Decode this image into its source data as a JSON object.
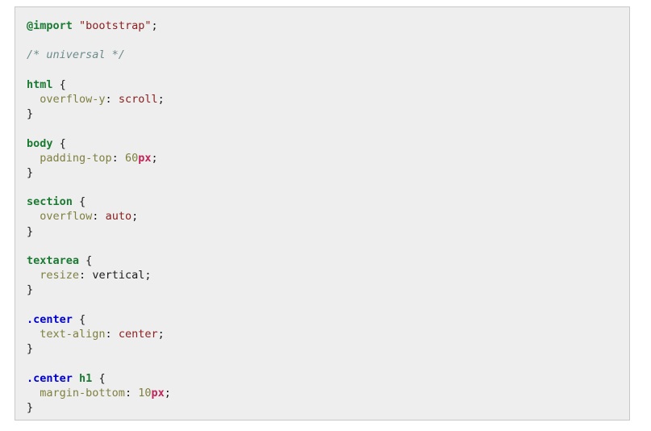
{
  "editor": {
    "language": "css",
    "background_color": "#eeeeee",
    "border_color": "#c8c8c8",
    "page_background": "#ffffff"
  },
  "palette": {
    "atrule": "#1a7a32",
    "string": "#8b2020",
    "comment": "#6d8b8b",
    "element_selector": "#1a7a32",
    "class_selector": "#0000cd",
    "property": "#7f7f3f",
    "value_keyword": "#8b2020",
    "value_plain": "#1a1a1a",
    "number": "#7f7f3f",
    "unit": "#c0245a",
    "punctuation": "#1a1a1a"
  },
  "code": {
    "lines": [
      {
        "id": "l1",
        "tokens": [
          {
            "t": "@import",
            "c": "atrule"
          },
          {
            "t": " ",
            "c": "punct"
          },
          {
            "t": "\"bootstrap\"",
            "c": "string"
          },
          {
            "t": ";",
            "c": "punct"
          }
        ]
      },
      {
        "id": "l2",
        "tokens": []
      },
      {
        "id": "l3",
        "tokens": [
          {
            "t": "/* universal */",
            "c": "comment"
          }
        ]
      },
      {
        "id": "l4",
        "tokens": []
      },
      {
        "id": "l5",
        "tokens": [
          {
            "t": "html",
            "c": "element"
          },
          {
            "t": " {",
            "c": "brace"
          }
        ]
      },
      {
        "id": "l6",
        "tokens": [
          {
            "t": "  ",
            "c": "punct"
          },
          {
            "t": "overflow-y",
            "c": "prop"
          },
          {
            "t": ": ",
            "c": "punct"
          },
          {
            "t": "scroll",
            "c": "value"
          },
          {
            "t": ";",
            "c": "punct"
          }
        ]
      },
      {
        "id": "l7",
        "tokens": [
          {
            "t": "}",
            "c": "brace"
          }
        ]
      },
      {
        "id": "l8",
        "tokens": []
      },
      {
        "id": "l9",
        "tokens": [
          {
            "t": "body",
            "c": "element"
          },
          {
            "t": " {",
            "c": "brace"
          }
        ]
      },
      {
        "id": "l10",
        "tokens": [
          {
            "t": "  ",
            "c": "punct"
          },
          {
            "t": "padding-top",
            "c": "prop"
          },
          {
            "t": ": ",
            "c": "punct"
          },
          {
            "t": "60",
            "c": "number"
          },
          {
            "t": "px",
            "c": "unit"
          },
          {
            "t": ";",
            "c": "punct"
          }
        ]
      },
      {
        "id": "l11",
        "tokens": [
          {
            "t": "}",
            "c": "brace"
          }
        ]
      },
      {
        "id": "l12",
        "tokens": []
      },
      {
        "id": "l13",
        "tokens": [
          {
            "t": "section",
            "c": "element"
          },
          {
            "t": " {",
            "c": "brace"
          }
        ]
      },
      {
        "id": "l14",
        "tokens": [
          {
            "t": "  ",
            "c": "punct"
          },
          {
            "t": "overflow",
            "c": "prop"
          },
          {
            "t": ": ",
            "c": "punct"
          },
          {
            "t": "auto",
            "c": "value"
          },
          {
            "t": ";",
            "c": "punct"
          }
        ]
      },
      {
        "id": "l15",
        "tokens": [
          {
            "t": "}",
            "c": "brace"
          }
        ]
      },
      {
        "id": "l16",
        "tokens": []
      },
      {
        "id": "l17",
        "tokens": [
          {
            "t": "textarea",
            "c": "element"
          },
          {
            "t": " {",
            "c": "brace"
          }
        ]
      },
      {
        "id": "l18",
        "tokens": [
          {
            "t": "  ",
            "c": "punct"
          },
          {
            "t": "resize",
            "c": "prop"
          },
          {
            "t": ": ",
            "c": "punct"
          },
          {
            "t": "vertical",
            "c": "plainval"
          },
          {
            "t": ";",
            "c": "punct"
          }
        ]
      },
      {
        "id": "l19",
        "tokens": [
          {
            "t": "}",
            "c": "brace"
          }
        ]
      },
      {
        "id": "l20",
        "tokens": []
      },
      {
        "id": "l21",
        "tokens": [
          {
            "t": ".center",
            "c": "class"
          },
          {
            "t": " {",
            "c": "brace"
          }
        ]
      },
      {
        "id": "l22",
        "tokens": [
          {
            "t": "  ",
            "c": "punct"
          },
          {
            "t": "text-align",
            "c": "prop"
          },
          {
            "t": ": ",
            "c": "punct"
          },
          {
            "t": "center",
            "c": "value"
          },
          {
            "t": ";",
            "c": "punct"
          }
        ]
      },
      {
        "id": "l23",
        "tokens": [
          {
            "t": "}",
            "c": "brace"
          }
        ]
      },
      {
        "id": "l24",
        "tokens": []
      },
      {
        "id": "l25",
        "tokens": [
          {
            "t": ".center",
            "c": "class"
          },
          {
            "t": " ",
            "c": "punct"
          },
          {
            "t": "h1",
            "c": "element"
          },
          {
            "t": " {",
            "c": "brace"
          }
        ]
      },
      {
        "id": "l26",
        "tokens": [
          {
            "t": "  ",
            "c": "punct"
          },
          {
            "t": "margin-bottom",
            "c": "prop"
          },
          {
            "t": ": ",
            "c": "punct"
          },
          {
            "t": "10",
            "c": "number"
          },
          {
            "t": "px",
            "c": "unit"
          },
          {
            "t": ";",
            "c": "punct"
          }
        ]
      },
      {
        "id": "l27",
        "tokens": [
          {
            "t": "}",
            "c": "brace"
          }
        ]
      }
    ],
    "plain_text": "@import \"bootstrap\";\n\n/* universal */\n\nhtml {\n  overflow-y: scroll;\n}\n\nbody {\n  padding-top: 60px;\n}\n\nsection {\n  overflow: auto;\n}\n\ntextarea {\n  resize: vertical;\n}\n\n.center {\n  text-align: center;\n}\n\n.center h1 {\n  margin-bottom: 10px;\n}"
  }
}
